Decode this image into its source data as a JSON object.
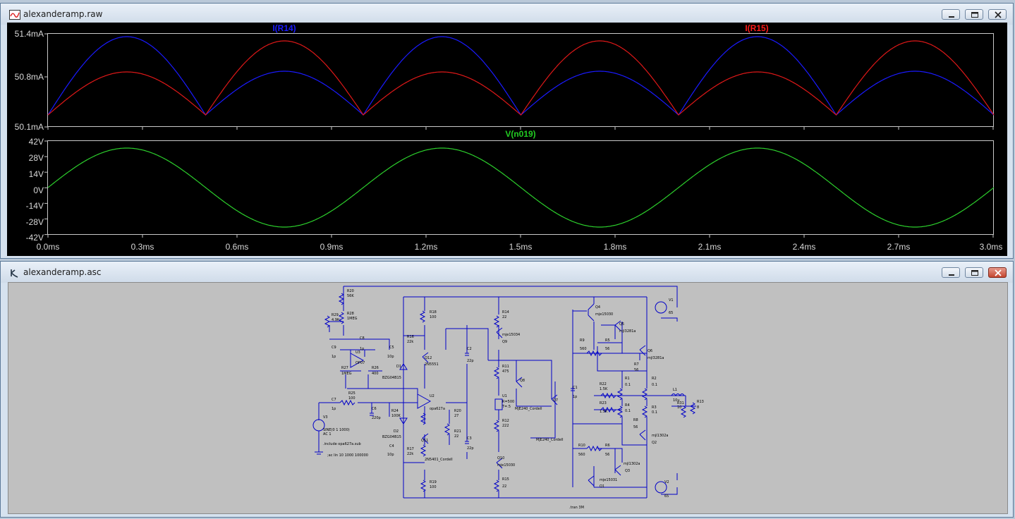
{
  "raw_window": {
    "title": "alexanderamp.raw",
    "pane1": {
      "trace_labels": [
        {
          "text": "I(R14)",
          "color": "#1a1aff"
        },
        {
          "text": "I(R15)",
          "color": "#ff1a1a"
        }
      ],
      "y_ticks": [
        "51.4mA",
        "50.8mA",
        "50.1mA"
      ]
    },
    "pane2": {
      "trace_labels": [
        {
          "text": "V(n019)",
          "color": "#22cc22"
        }
      ],
      "y_ticks": [
        "42V",
        "28V",
        "14V",
        "0V",
        "-14V",
        "-28V",
        "-42V"
      ]
    },
    "x_ticks": [
      "0.0ms",
      "0.3ms",
      "0.6ms",
      "0.9ms",
      "1.2ms",
      "1.5ms",
      "1.8ms",
      "2.1ms",
      "2.4ms",
      "2.7ms",
      "3.0ms"
    ]
  },
  "asc_window": {
    "title": "alexanderamp.asc",
    "directives": [
      ".include opa627a.sub",
      ";ac lin 10 1000 100000",
      ".tran 3M"
    ],
    "source_labels": {
      "v3": "V3",
      "sine": "SINE(0 1 1000)",
      "ac": "AC 1",
      "v1": "V1",
      "v1_val": "65",
      "v2": "V2",
      "v2_val": "65"
    },
    "components": [
      {
        "ref": "R20",
        "value": "56K"
      },
      {
        "ref": "R28",
        "value": "1MEG"
      },
      {
        "ref": "R29",
        "value": "4.9K"
      },
      {
        "ref": "R18",
        "value": "100"
      },
      {
        "ref": "R14",
        "value": "22"
      },
      {
        "ref": "R16",
        "value": "22k"
      },
      {
        "ref": "C8",
        "value": "1p"
      },
      {
        "ref": "C9",
        "value": "1p"
      },
      {
        "ref": "C5",
        "value": "10p"
      },
      {
        "ref": "U3",
        "value": "OP07"
      },
      {
        "ref": "R27",
        "value": "1MEG"
      },
      {
        "ref": "R26",
        "value": "400"
      },
      {
        "ref": "D1",
        "value": "BZG04B15"
      },
      {
        "ref": "Q12",
        "value": "2N5551"
      },
      {
        "ref": "C2",
        "value": "22p"
      },
      {
        "ref": "Q9",
        "value": "mje15034"
      },
      {
        "ref": "R11",
        "value": "475"
      },
      {
        "ref": "Q8",
        "value": ""
      },
      {
        "ref": "U1",
        "value": "R=500"
      },
      {
        "ref": "Q7",
        "value": "MJE240_Cordell"
      },
      {
        "ref": "C1",
        "value": "1p"
      },
      {
        "ref": "R25",
        "value": "100"
      },
      {
        "ref": "C7",
        "value": "1p"
      },
      {
        "ref": "C6",
        "value": "220p"
      },
      {
        "ref": "R24",
        "value": "100K"
      },
      {
        "ref": "U2",
        "value": "opa627a"
      },
      {
        "ref": "R20",
        "value": "27"
      },
      {
        "ref": "R21",
        "value": "22"
      },
      {
        "ref": "R12",
        "value": "222"
      },
      {
        "ref": "D2",
        "value": "BZG04B15"
      },
      {
        "ref": "Q11",
        "value": "2N5401_Cordell"
      },
      {
        "ref": "R17",
        "value": "22k"
      },
      {
        "ref": "C4",
        "value": "10p"
      },
      {
        "ref": "C3",
        "value": "22p"
      },
      {
        "ref": "Q10",
        "value": "mje15030"
      },
      {
        "ref": "R19",
        "value": "100"
      },
      {
        "ref": "R15",
        "value": "22"
      },
      {
        "ref": "Q4",
        "value": "mje15030"
      },
      {
        "ref": "Q5",
        "value": "mjl3281a"
      },
      {
        "ref": "Q6",
        "value": "mjl3281a"
      },
      {
        "ref": "R9",
        "value": "560"
      },
      {
        "ref": "R5",
        "value": "56"
      },
      {
        "ref": "R7",
        "value": "56"
      },
      {
        "ref": "R1",
        "value": "0.1"
      },
      {
        "ref": "R2",
        "value": "0.1"
      },
      {
        "ref": "R22",
        "value": "1.5K"
      },
      {
        "ref": "R23",
        "value": "1.5K"
      },
      {
        "ref": "L1",
        "value": "10u"
      },
      {
        "ref": "R13",
        "value": "8"
      },
      {
        "ref": "R3",
        "value": "0.1"
      },
      {
        "ref": "R4",
        "value": "0.1"
      },
      {
        "ref": "R8",
        "value": "56"
      },
      {
        "ref": "Q2",
        "value": "mjl1302a"
      },
      {
        "ref": "R10",
        "value": "560"
      },
      {
        "ref": "R6",
        "value": "56"
      },
      {
        "ref": "Q3",
        "value": "mjl1302a"
      },
      {
        "ref": "Q1",
        "value": "mje15031"
      }
    ],
    "extra_labels": {
      "mje240": "MJE240_Cordell",
      "ft": "T=.5",
      "r31": "R31",
      "r31v": "10"
    }
  },
  "colors": {
    "blue_trace": "#1a1aff",
    "red_trace": "#e01818",
    "green_trace": "#2ccf2c",
    "wire": "#0000c8",
    "axis_text": "#d8d8d8"
  }
}
